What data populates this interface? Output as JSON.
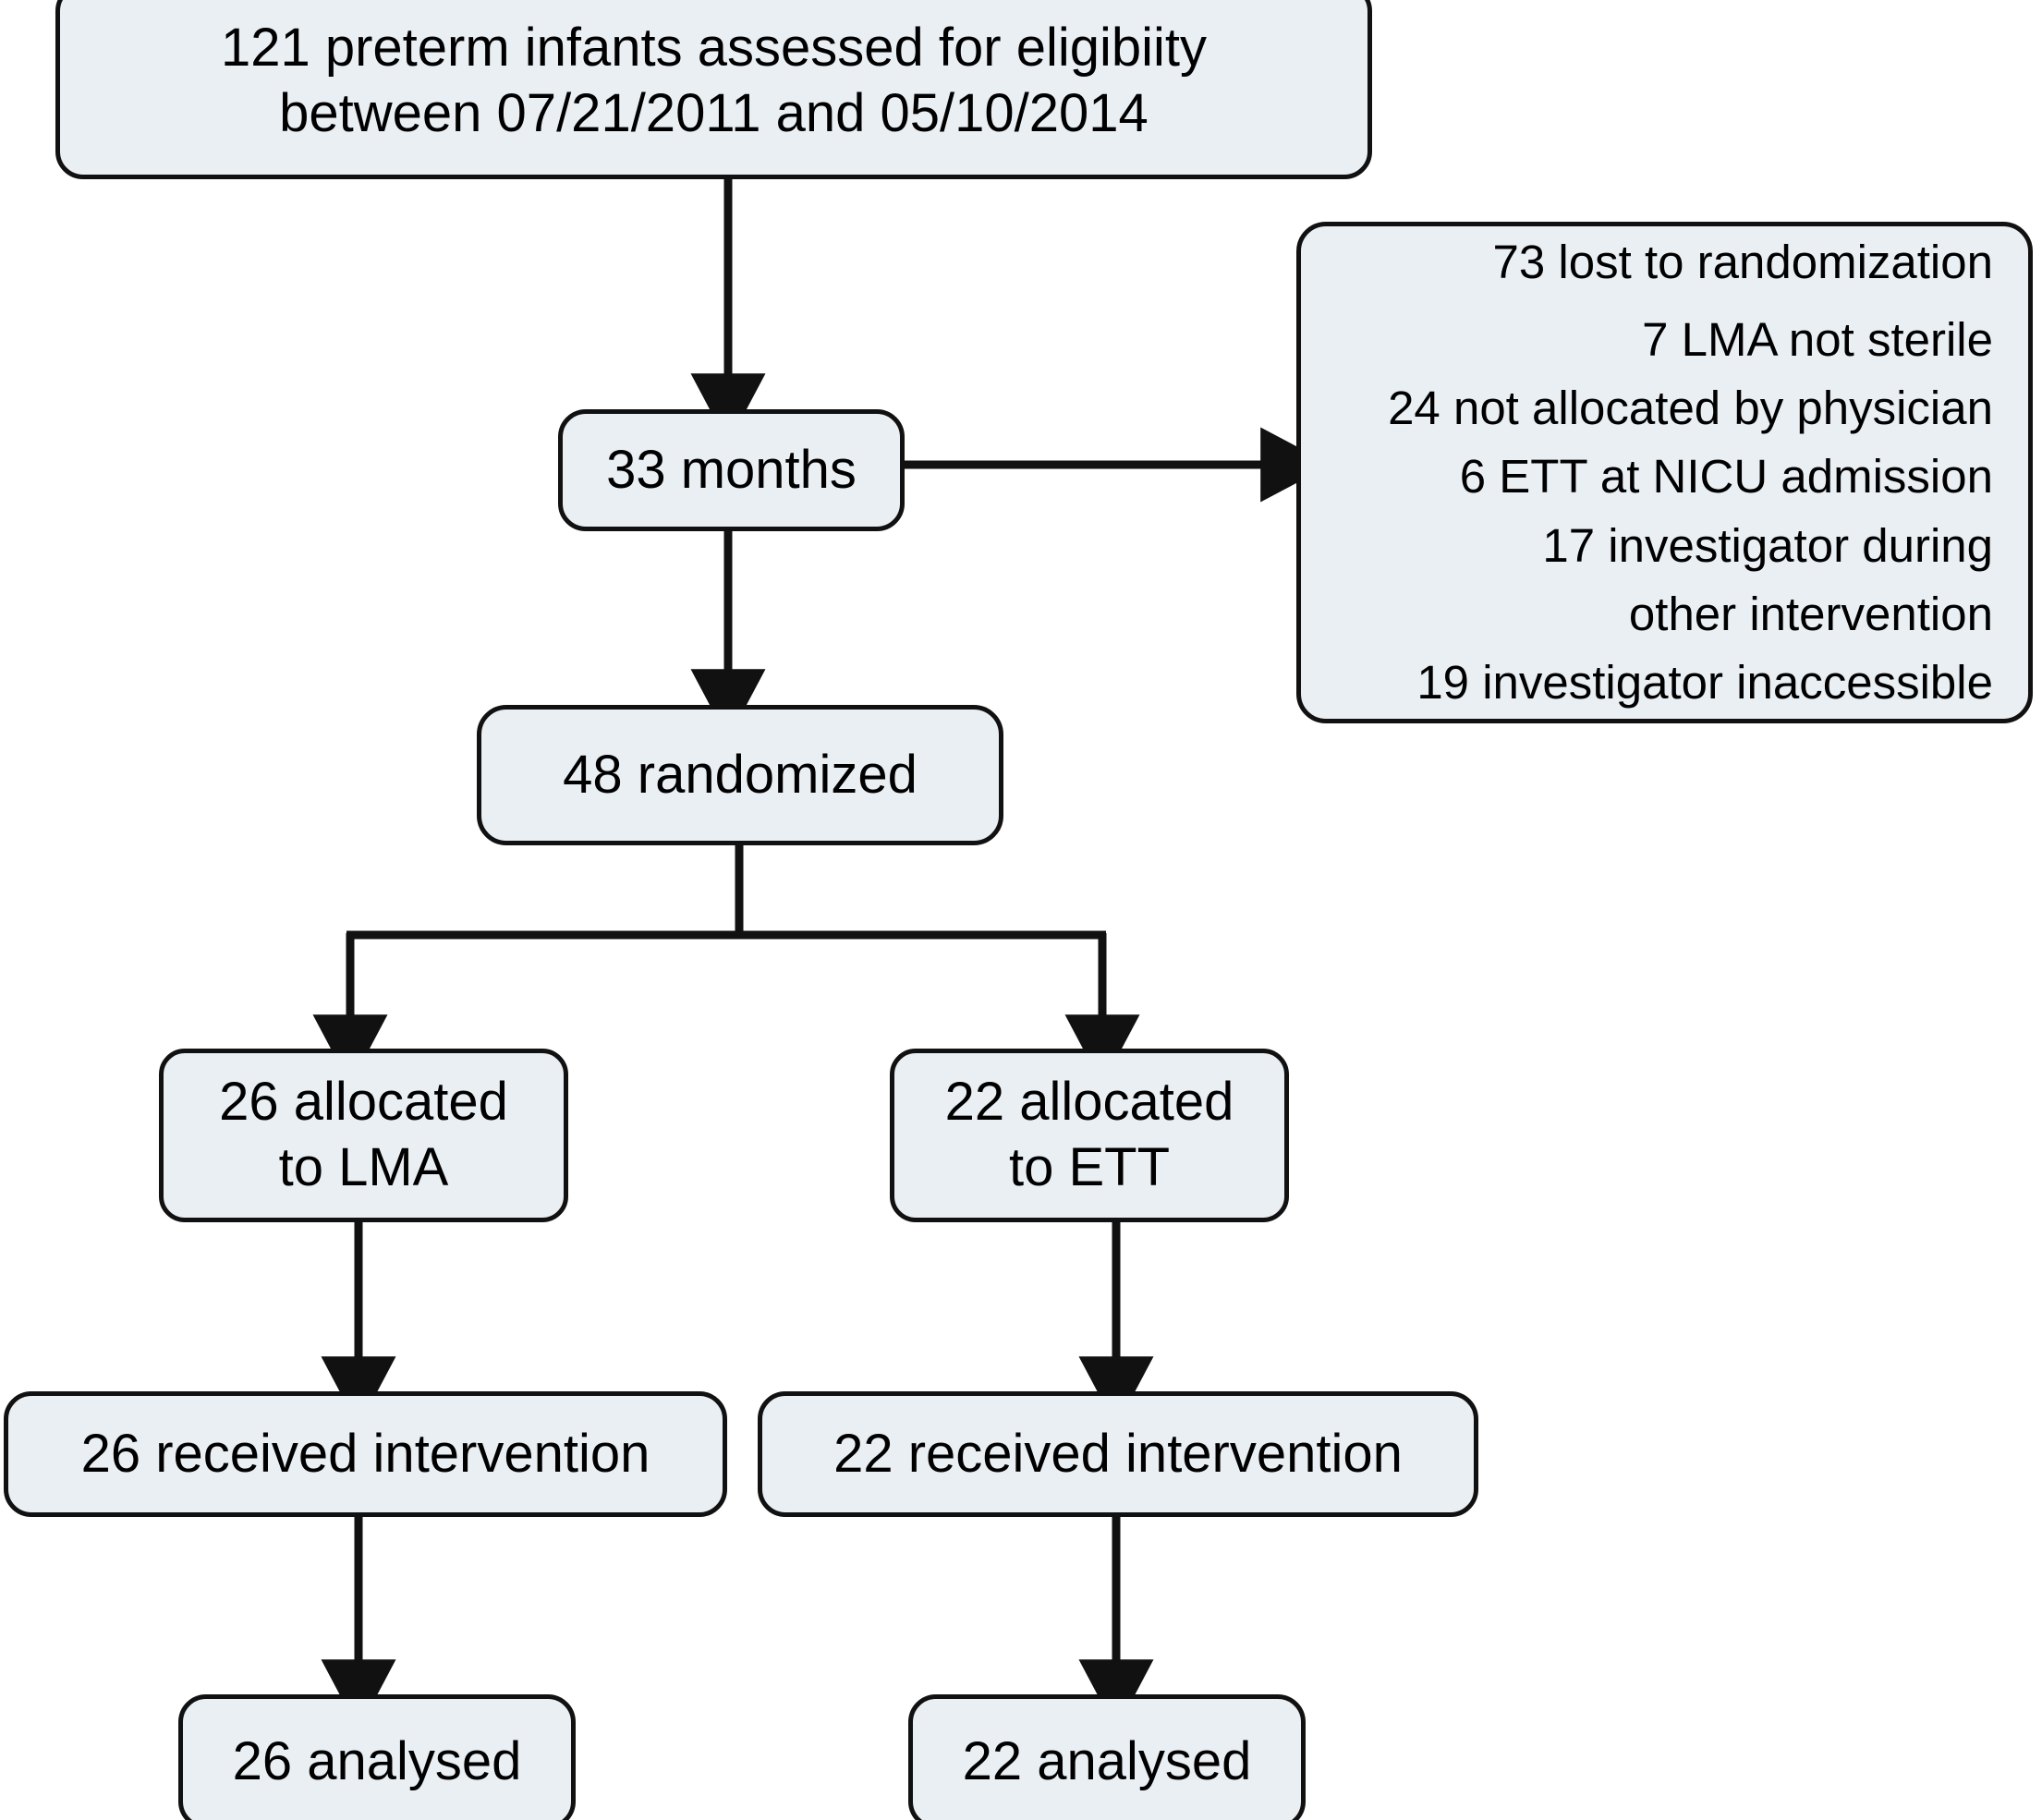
{
  "diagram": {
    "type": "consort-flow-diagram",
    "colors": {
      "node_fill": "#eaeff4",
      "node_border": "#111111",
      "connector": "#111111",
      "background": "#ffffff",
      "text": "#000000"
    },
    "nodes": {
      "eligibility": {
        "lines": [
          "121 preterm infants assessed for eligibiity",
          "between 07/21/2011 and 05/10/2014"
        ]
      },
      "enrollment_period": {
        "lines": [
          "33 months"
        ]
      },
      "exclusions": {
        "lines": [
          "73 lost to randomization",
          "7 LMA not sterile",
          "24 not allocated by physician",
          "6 ETT at NICU admission",
          "17 investigator during",
          "other intervention",
          "19 investigator inaccessible"
        ]
      },
      "randomized": {
        "lines": [
          "48 randomized"
        ]
      },
      "allocated_lma": {
        "lines": [
          "26 allocated",
          "to LMA"
        ]
      },
      "allocated_ett": {
        "lines": [
          "22 allocated",
          "to ETT"
        ]
      },
      "received_lma": {
        "lines": [
          "26 received intervention"
        ]
      },
      "received_ett": {
        "lines": [
          "22 received intervention"
        ]
      },
      "analysed_lma": {
        "lines": [
          "26 analysed"
        ]
      },
      "analysed_ett": {
        "lines": [
          "22 analysed"
        ]
      }
    }
  }
}
